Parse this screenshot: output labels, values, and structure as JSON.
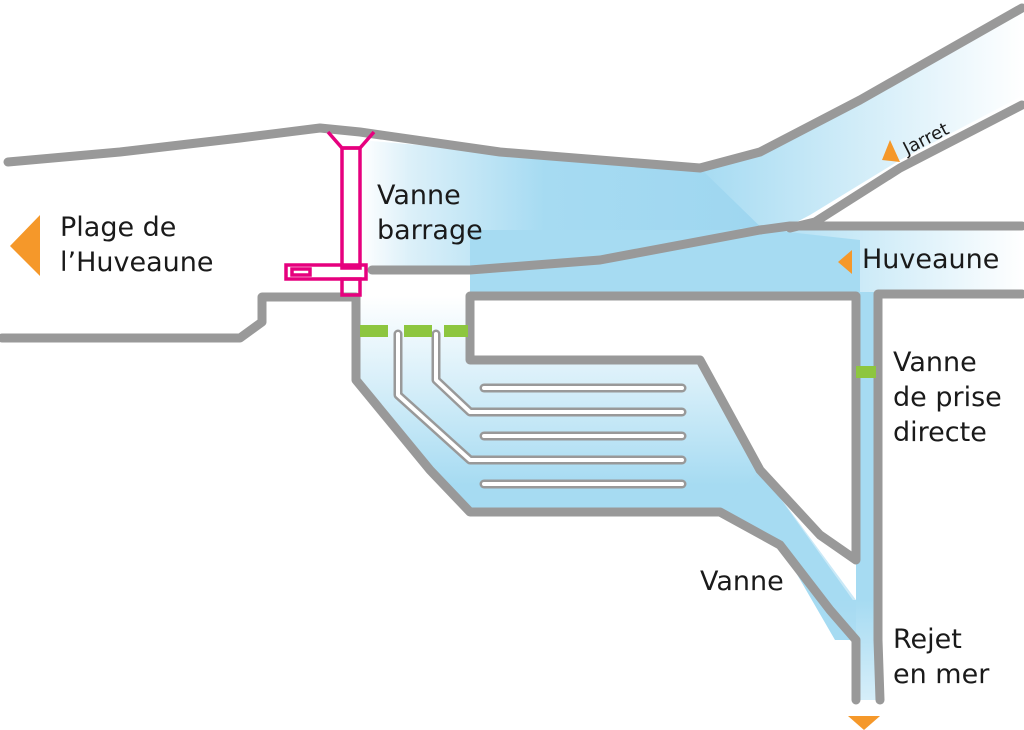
{
  "labels": {
    "plage": [
      "Plage de",
      "l’Huveaune"
    ],
    "vanne_barrage": [
      "Vanne",
      "barrage"
    ],
    "huveaune": "Huveaune",
    "jarret": "Jarret",
    "vanne_prise_directe": [
      "Vanne",
      "de prise",
      "directe"
    ],
    "vanne": "Vanne",
    "rejet": [
      "Rejet",
      "en mer"
    ]
  },
  "icons": {
    "flow_arrow": "triangle-arrow-icon",
    "gate": "gate-marker-icon"
  },
  "colors": {
    "water_light": "#e2f2fa",
    "water": "#a6dbf2",
    "wall": "#999999",
    "gate_green": "#8dc63f",
    "gate_pink": "#e6007e",
    "arrow": "#f5982a"
  }
}
